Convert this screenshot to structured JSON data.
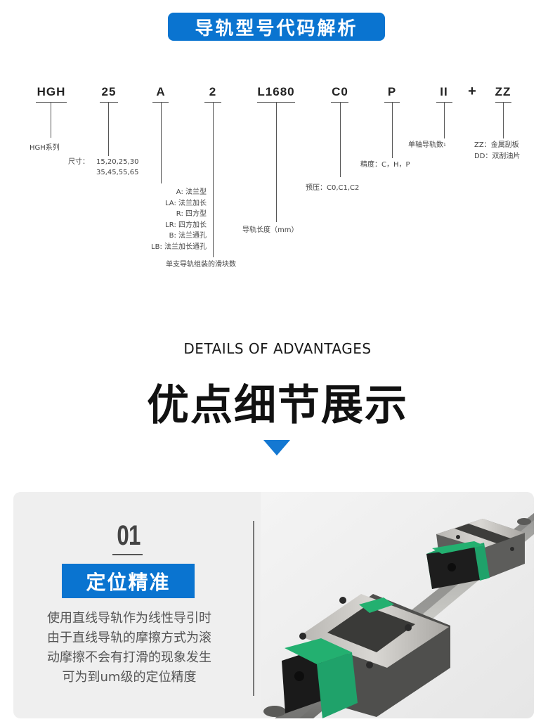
{
  "header": {
    "title": "导轨型号代码解析"
  },
  "model_code": {
    "segments": [
      {
        "code": "HGH",
        "label": "HGH系列"
      },
      {
        "code": "25",
        "label_prefix": "尺寸：",
        "label_line1": "15,20,25,30",
        "label_line2": "35,45,55,65"
      },
      {
        "code": "A",
        "types": [
          "A: 法兰型",
          "LA: 法兰加长",
          "R: 四方型",
          "LR: 四方加长",
          "B: 法兰通孔",
          "LB: 法兰加长通孔"
        ]
      },
      {
        "code": "2",
        "label": "单支导轨组装的滑块数"
      },
      {
        "code": "L1680",
        "label": "导轨长度（mm）"
      },
      {
        "code": "C0",
        "label": "预压：C0,C1,C2"
      },
      {
        "code": "P",
        "label": "精度：C，H，P"
      },
      {
        "code": "II",
        "label": "单轴导轨数",
        "footnote": "1"
      },
      {
        "code": "ZZ",
        "label_line1": "ZZ：金属刮板",
        "label_line2": "DD：双刮油片"
      }
    ],
    "plus": "+"
  },
  "advantages": {
    "subtitle_en": "DETAILS OF ADVANTAGES",
    "title_zh": "优点细节展示",
    "accent_color": "#1478d2"
  },
  "feature": {
    "number": "01",
    "title": "定位精准",
    "description_lines": [
      "使用直线导轨作为线性导引时",
      "由于直线导轨的摩擦方式为滚",
      "动摩擦不会有打滑的现象发生",
      "可为到um级的定位精度"
    ],
    "image_alt": "linear-guide-rail-with-two-green-blocks",
    "colors": {
      "badge": "#0a74d0",
      "card_bg": "#efefef"
    }
  }
}
